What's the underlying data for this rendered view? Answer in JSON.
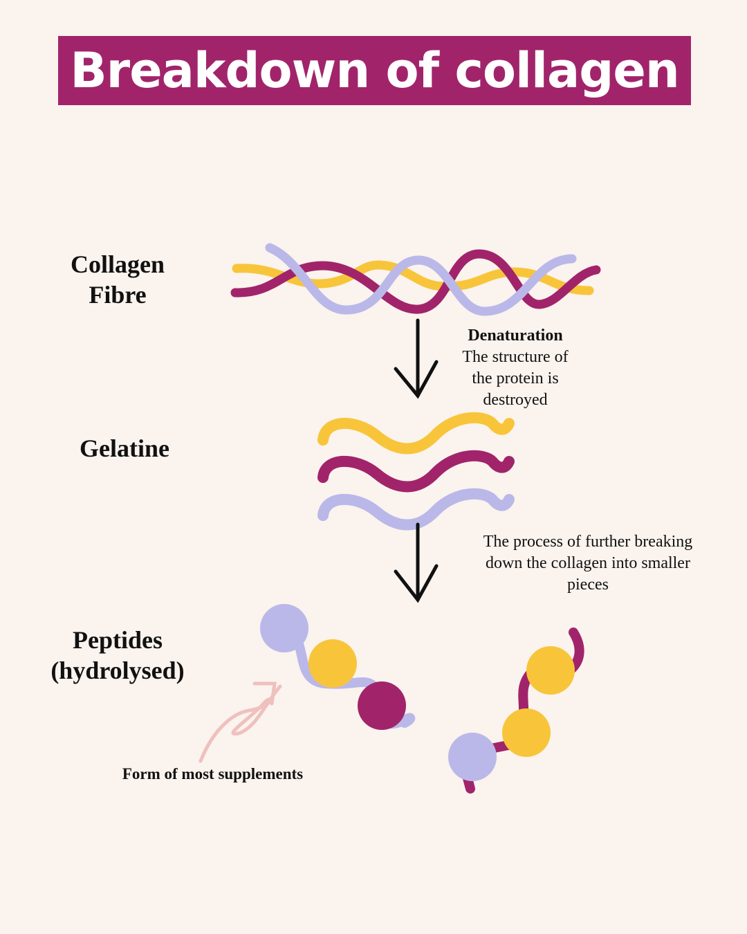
{
  "title": "Breakdown of collagen",
  "colors": {
    "background": "#faf3ee",
    "purple": "#a1246b",
    "yellow": "#f8c53a",
    "lavender": "#bab8e8",
    "pink": "#efc0be"
  },
  "stages": {
    "collagen_fibre": {
      "line1": "Collagen",
      "line2": "Fibre"
    },
    "gelatine": "Gelatine",
    "peptides": {
      "line1": "Peptides",
      "line2": "(hydrolysed)"
    }
  },
  "steps": {
    "denaturation": {
      "heading": "Denaturation",
      "line1": "The structure of",
      "line2": "the protein is",
      "line3": "destroyed"
    },
    "hydrolysis": {
      "line1": "The process of further breaking",
      "line2": "down the collagen into smaller",
      "line3": "pieces"
    }
  },
  "annotation": "Form of most supplements"
}
